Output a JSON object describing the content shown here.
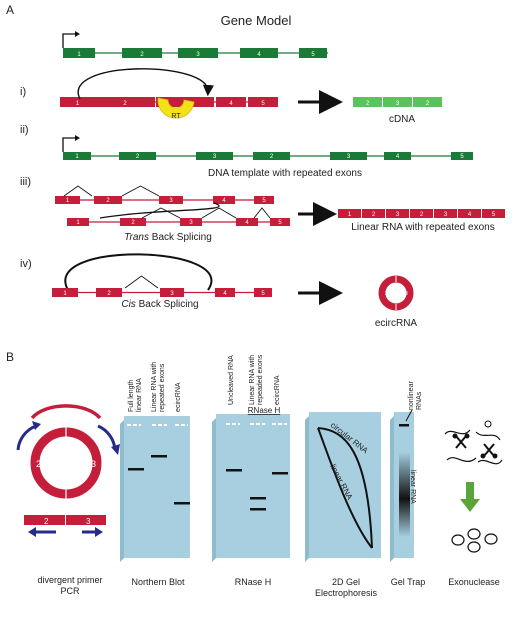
{
  "panel_a": {
    "letter": "A",
    "title": "Gene Model",
    "exons_5": [
      "1",
      "2",
      "3",
      "4",
      "5"
    ],
    "exons_rep": [
      "1",
      "2",
      "3",
      "2",
      "3",
      "4",
      "5"
    ],
    "exons_rep_linear": [
      "1",
      "2",
      "3",
      "2",
      "3",
      "4",
      "5"
    ],
    "row_i": {
      "label": "i)",
      "rt": "RT",
      "cdna_exons": [
        "2",
        "3",
        "2"
      ],
      "product": "cDNA"
    },
    "row_ii": {
      "label": "ii)",
      "caption": "DNA template with repeated exons"
    },
    "row_iii": {
      "label": "iii)",
      "caption_italic": "Trans",
      "caption_rest": " Back Splicing",
      "product": "Linear RNA with repeated exons"
    },
    "row_iv": {
      "label": "iv)",
      "caption_italic": "Cis",
      "caption_rest": " Back Splicing",
      "circle_exons": [
        "2",
        "3"
      ],
      "product": "ecircRNA"
    }
  },
  "panel_b": {
    "letter": "B",
    "pcr": {
      "exon_left": "2",
      "exon_right": "3",
      "caption_line1": "divergent primer",
      "caption_line2": "PCR"
    },
    "northern": {
      "lane_labels": [
        [
          "Full length",
          "linear RNA"
        ],
        [
          "Linear RNA with",
          "repeated exons"
        ],
        [
          "ecircRNA"
        ]
      ],
      "caption": "Northern Blot"
    },
    "rnase": {
      "lane_labels": [
        [
          "Uncleaved RNA"
        ],
        [
          "Linear RNA with",
          "repeaded exons"
        ],
        [
          "ecircRNA"
        ]
      ],
      "header": "RNase H",
      "caption": "RNase H"
    },
    "gel2d": {
      "circular": "circular RNA",
      "linear": "linear RNA",
      "caption_line1": "2D Gel",
      "caption_line2": "Electrophoresis"
    },
    "geltrap": {
      "nonlinear_line1": "nonlinear",
      "nonlinear_line2": "RNAs",
      "linear": "linear RNA",
      "caption": "Gel Trap"
    },
    "exo": {
      "caption": "Exonuclease"
    }
  },
  "colors": {
    "exon_green": "#1a7a38",
    "cdna_green": "#5cc25c",
    "exon_red": "#c41e3a",
    "blot": "#a8cfe0",
    "primer_blue": "#262a8c",
    "rt_yellow": "#f2e21a",
    "arrow_green": "#5aa53a"
  }
}
